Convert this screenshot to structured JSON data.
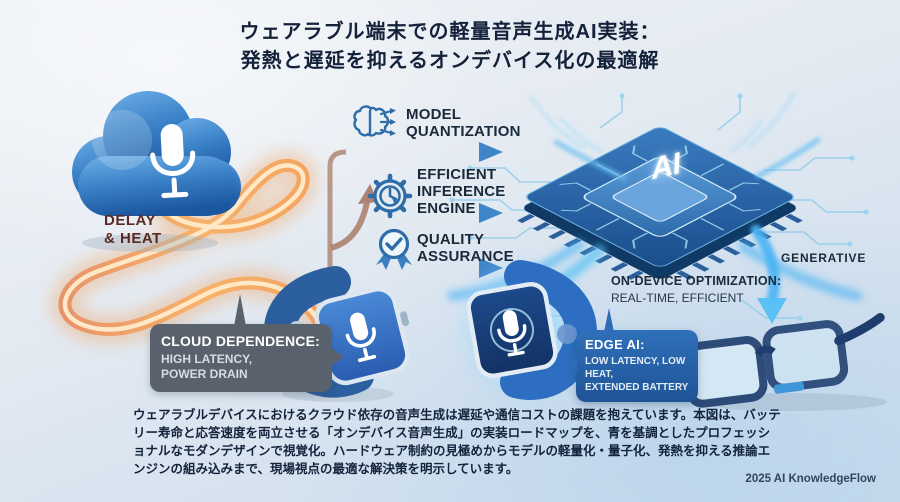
{
  "title": {
    "line1": "ウェアラブル端末での軽量音声生成AI実装：",
    "line2": "発熱と遅延を抑えるオンデバイス化の最適解"
  },
  "cloud_section": {
    "delay_line1": "DELAY",
    "delay_line2": "& HEAT",
    "bubble_title": "CLOUD DEPENDENCE:",
    "bubble_line1": "HIGH LATENCY,",
    "bubble_line2": "POWER DRAIN"
  },
  "pipeline": {
    "step1": {
      "line1": "MODEL",
      "line2": "QUANTIZATION"
    },
    "step2": {
      "line1": "EFFICIENT",
      "line2": "INFERENCE",
      "line3": "ENGINE"
    },
    "step3": {
      "line1": "QUALITY",
      "line2": "ASSURANCE"
    }
  },
  "chip": {
    "label": "AI",
    "generative_label": "GENERATIVE",
    "ondevice_title": "ON-DEVICE OPTIMIZATION:",
    "ondevice_sub": "REAL-TIME, EFFICIENT"
  },
  "edge_section": {
    "bubble_title": "EDGE AI:",
    "bubble_line1": "LOW LATENCY, LOW HEAT,",
    "bubble_line2": "EXTENDED BATTERY"
  },
  "footer": {
    "paragraph": "ウェアラブルデバイスにおけるクラウド依存の音声生成は遅延や通信コストの課題を抱えています。本図は、バッテリー寿命と応答速度を両立させる「オンデバイス音声生成」の実装ロードマップを、青を基調としたプロフェッショナルなモダンデザインで視覚化。ハードウェア制約の見極めからモデルの軽量化・量子化、発熱を抑える推論エンジンの組み込みまで、現場視点の最適な解決策を明示しています。",
    "credit": "2025 AI KnowledgeFlow"
  },
  "icons": [
    "cloud-icon",
    "microphone-icon",
    "brain-quantization-icon",
    "gear-inference-icon",
    "quality-badge-icon",
    "ai-chip-icon",
    "smartwatch-icon",
    "smart-glasses-icon",
    "down-arrow-icon"
  ],
  "colors": {
    "accent_blue": "#3f86c9",
    "deep_blue": "#1b4f8a",
    "heat_orange": "#f5a35c",
    "heat_text": "#5a2a22",
    "slate_bubble": "#59626c",
    "edge_bubble": "#2d6db6",
    "text_dark": "#14213a",
    "circuit_cyan": "#8ccae9"
  }
}
